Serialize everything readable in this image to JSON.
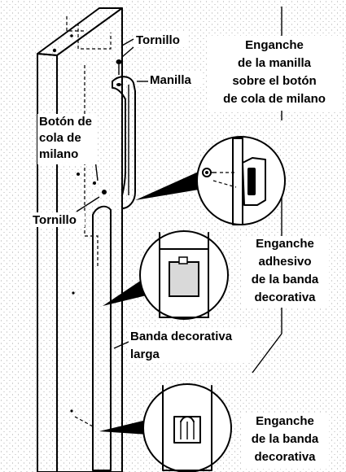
{
  "labels": {
    "tornillo_top": "Tornillo",
    "manilla": "Manilla",
    "enganche_manilla": [
      "Enganche",
      "de la manilla",
      "sobre el botón",
      "de cola de milano"
    ],
    "boton_cola": [
      "Botón de",
      "cola de",
      "milano"
    ],
    "tornillo_left": "Tornillo",
    "enganche_adhesivo": [
      "Enganche",
      "adhesivo",
      "de la banda",
      "decorativa"
    ],
    "banda_larga": [
      "Banda decorativa",
      "larga"
    ],
    "enganche_banda": [
      "Enganche",
      "de la banda",
      "decorativa"
    ]
  },
  "colors": {
    "ink": "#000000",
    "paper": "#ffffff",
    "stipple": "#9a9a9a"
  }
}
